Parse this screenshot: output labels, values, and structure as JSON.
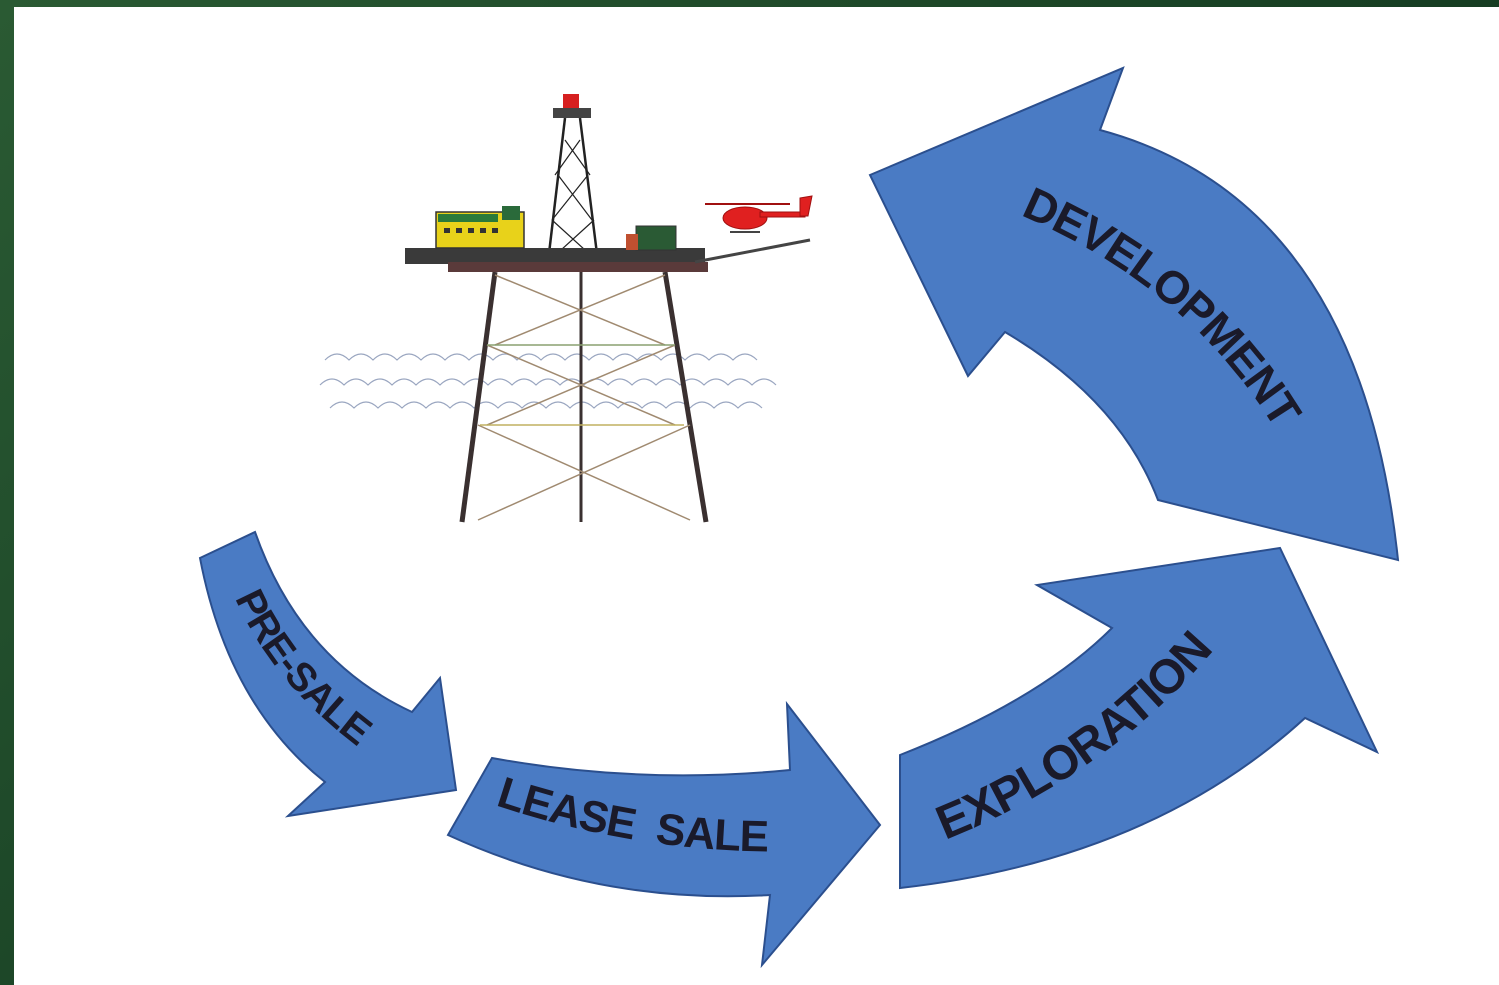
{
  "diagram": {
    "stages": [
      {
        "id": "pre-sale",
        "label": "PRE-SALE"
      },
      {
        "id": "lease-sale",
        "label": "LEASE  SALE"
      },
      {
        "id": "exploration",
        "label": "EXPLORATION"
      },
      {
        "id": "development",
        "label": "DEVELOPMENT"
      }
    ],
    "illustration": "offshore-oil-platform-with-helicopter",
    "colors": {
      "arrow": "#4a7bc4",
      "background_frame": "#1f4d2b",
      "panel": "#ffffff",
      "platform_deck": "#3a3a3a",
      "quarters": "#e8d21a",
      "helicopter": "#e02020"
    }
  }
}
